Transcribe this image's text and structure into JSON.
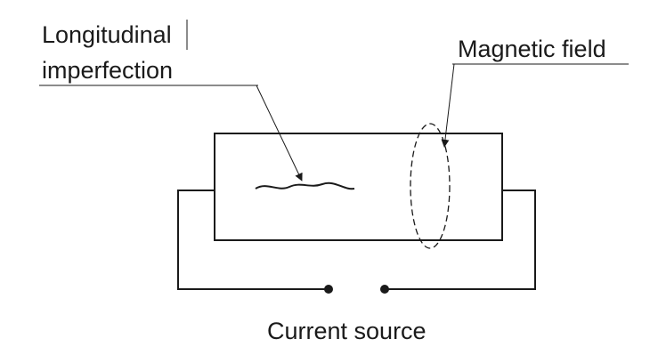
{
  "labels": {
    "imperfection_line1": "Longitudinal",
    "imperfection_line2": "imperfection",
    "magnetic_field": "Magnetic field",
    "current_source": "Current source"
  },
  "colors": {
    "stroke": "#1a1a1a",
    "background": "#ffffff"
  }
}
